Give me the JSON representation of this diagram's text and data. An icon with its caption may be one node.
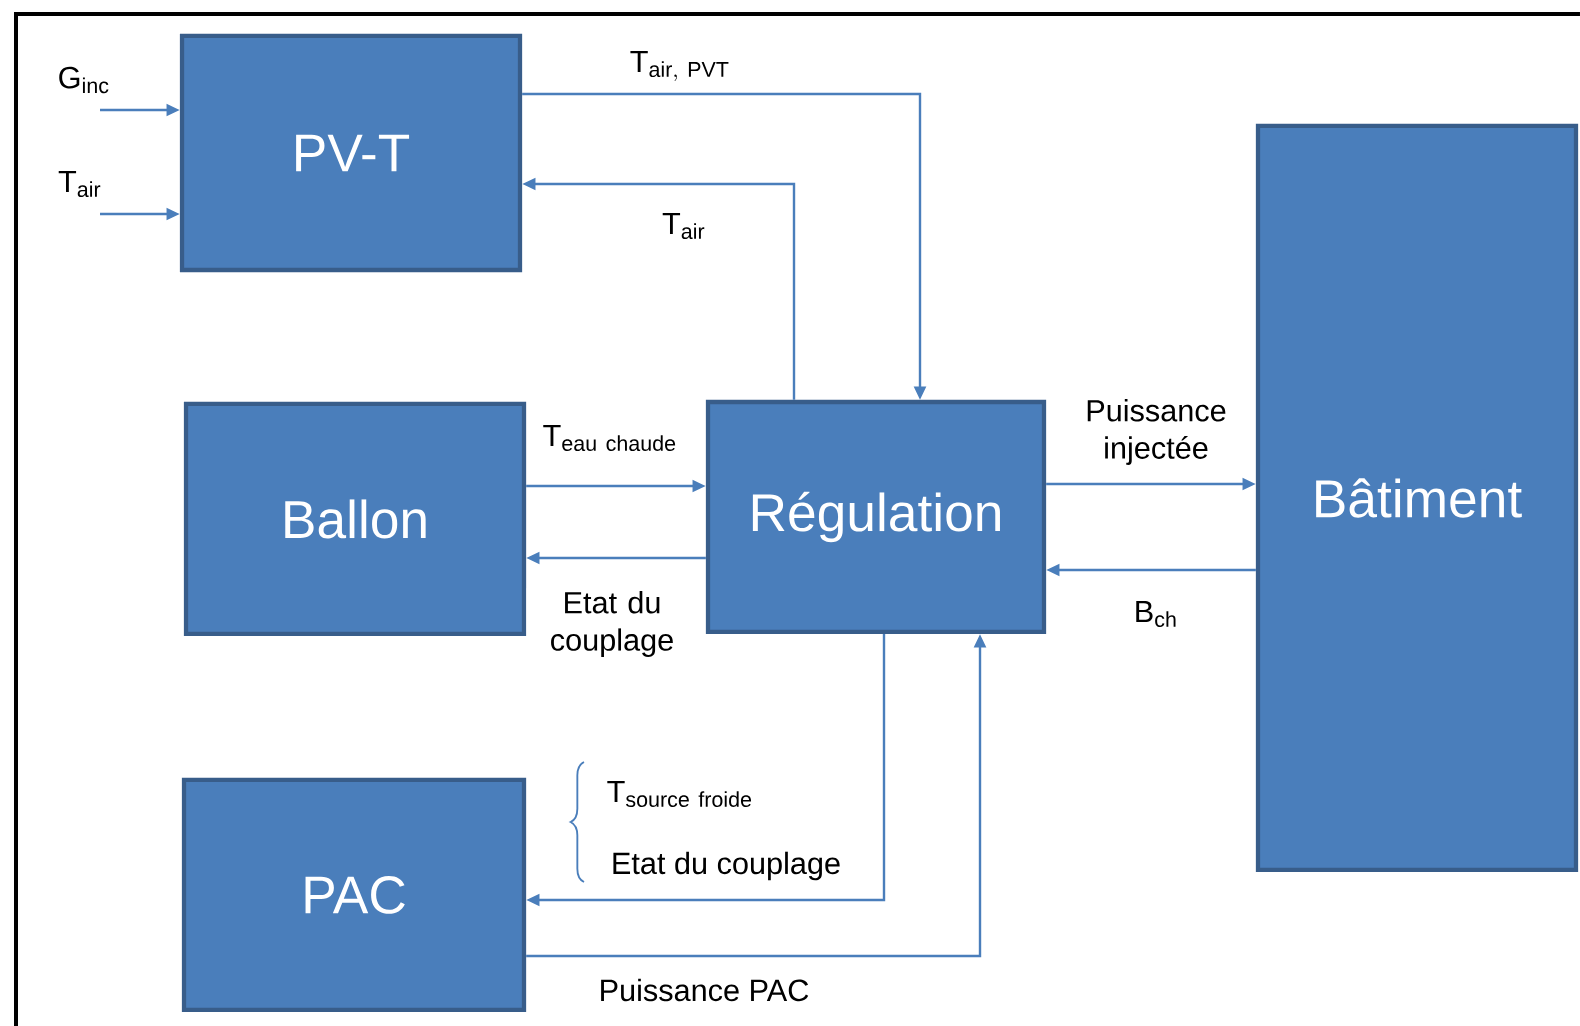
{
  "diagram": {
    "nodes": [
      {
        "text": [
          "PV-T"
        ]
      },
      {
        "text": [
          "Ballon"
        ]
      },
      {
        "text": [
          "Régulation"
        ]
      },
      {
        "text": [
          "Bâtiment"
        ]
      },
      {
        "text": [
          "PAC"
        ]
      }
    ],
    "edges": [
      {
        "from": null,
        "to": 0,
        "arrow": "to",
        "label": "G$_{inc}$"
      },
      {
        "from": null,
        "to": 0,
        "arrow": "to",
        "label": "T$_{air}$"
      },
      {
        "from": 0,
        "to": 2,
        "arrow": "to",
        "label": "\\mathrm{T}_{\\mathrm{air,\\ PVT}}"
      },
      {
        "from": 2,
        "to": 0,
        "arrow": "to",
        "label": "T$_{air}$"
      },
      {
        "from": 1,
        "to": 2,
        "arrow": "to",
        "label": "\\mathrm{T}_{\\mathrm{eau\\ chaude}}"
      },
      {
        "from": 2,
        "to": 1,
        "arrow": "to",
        "label": "Etat du couplage"
      },
      {
        "from": 2,
        "to": 3,
        "arrow": "to",
        "label": "Puissance injectée"
      },
      {
        "from": 3,
        "to": 2,
        "arrow": "to",
        "label": "B$_{ch}$"
      },
      {
        "from": 2,
        "to": 4,
        "arrow": "to",
        "label": "Etat du couplage"
      },
      {
        "from": 4,
        "to": 2,
        "arrow": "to",
        "label": "Puissance PAC"
      }
    ],
    "labels": [
      "\\mathrm{T}_{\\mathrm{source\\ froide}}"
    ]
  }
}
